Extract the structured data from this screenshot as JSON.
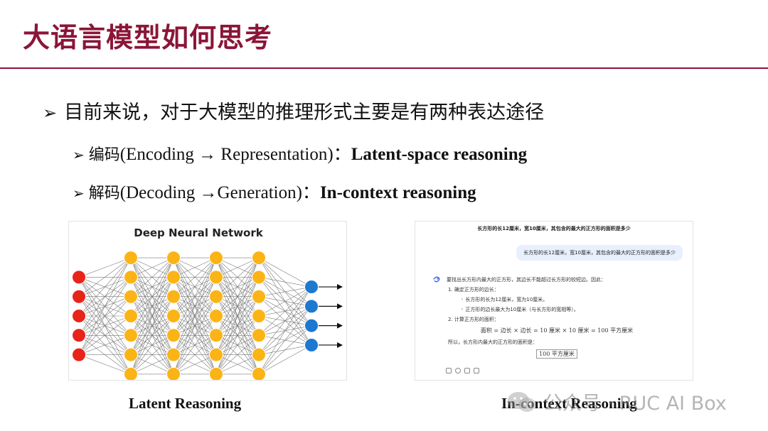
{
  "slide": {
    "title": "大语言模型如何思考",
    "bullets": [
      {
        "marker": "➢",
        "text": "目前来说，对于大模型的推理形式主要是有两种表达途径"
      },
      {
        "marker": "➢",
        "prefix": "编码",
        "detail": " (Encoding → Representation)：",
        "emphasis": "Latent-space reasoning"
      },
      {
        "marker": "➢",
        "prefix": "解码",
        "detail": " (Decoding →Generation)：",
        "emphasis": "In-context reasoning"
      }
    ],
    "captions": {
      "left": "Latent Reasoning",
      "right": "In-context Reasoning"
    },
    "watermark": "公众号 · RUC AI Box"
  },
  "network_figure": {
    "title": "Deep Neural Network",
    "layers": [
      5,
      7,
      7,
      7,
      7,
      4
    ],
    "colors": {
      "input": "#e8231a",
      "hidden": "#fbb416",
      "output": "#1d78d0",
      "edge": "#7a7a7a"
    }
  },
  "chat": {
    "question_top": "长方形的长12厘米，宽10厘米，其包含的最大的正方形的面积是多少",
    "user_bubble": "长方形的长12厘米，宽10厘米，其包含的最大的正方形的面积是多少",
    "intro": "要找出长方形内最大的正方形，其边长不能超过长方形的较短边。因此：",
    "step1": "1.  确定正方形的边长：",
    "step1_a": "◦  长方形的长为12厘米，宽为10厘米。",
    "step1_b": "◦  正方形的边长最大为10厘米（与长方形的宽相等）。",
    "step2": "2.  计算正方形的面积：",
    "formula": "面积 = 边长 × 边长 = 10 厘米 × 10 厘米 = 100 平方厘米",
    "conclusion": "所以，长方形内最大的正方形的面积是：",
    "answer": "100 平方厘米"
  }
}
